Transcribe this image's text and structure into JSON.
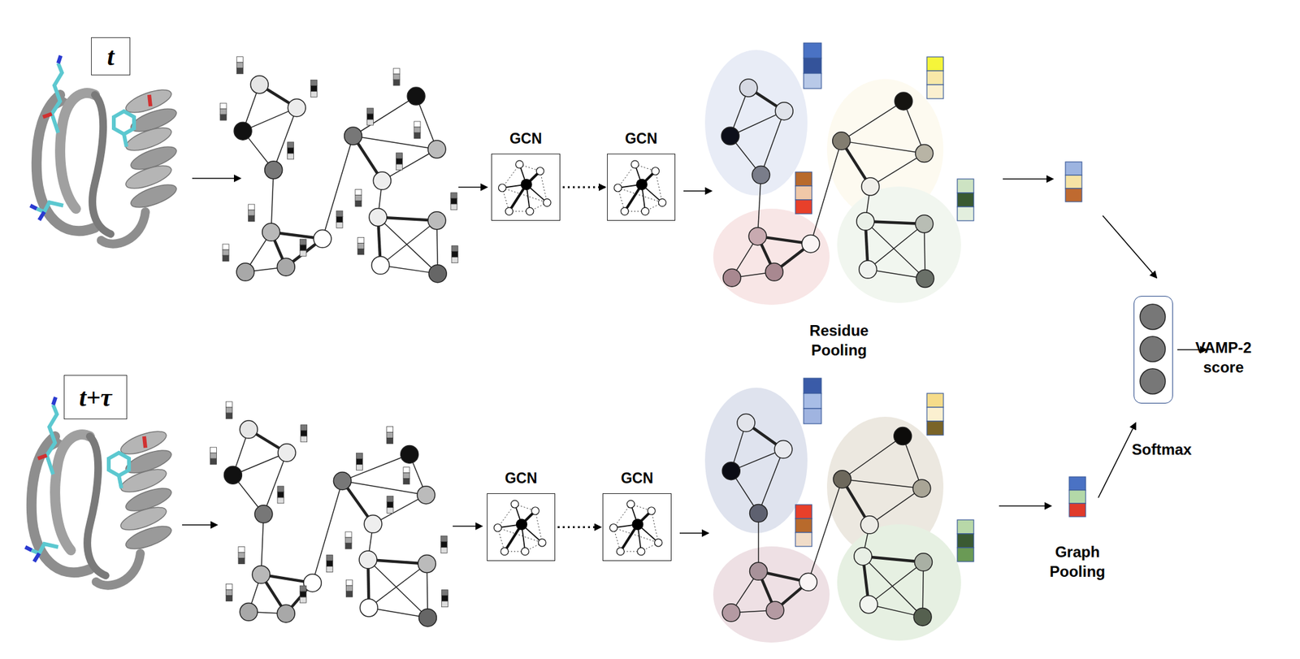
{
  "diagram": {
    "nodes": [
      {
        "text": [
          "t"
        ]
      },
      {
        "text": [
          "GCN"
        ]
      },
      {
        "text": [
          "GCN"
        ]
      },
      {
        "text": [
          "t+τ"
        ]
      },
      {
        "text": [
          "GCN"
        ]
      },
      {
        "text": [
          "GCN"
        ]
      },
      {
        "text": [
          "Softmax"
        ]
      }
    ],
    "edges": [
      {
        "from": 1,
        "to": 2,
        "arrow": "to"
      },
      {
        "from": 4,
        "to": 5,
        "arrow": "to"
      }
    ],
    "labels": [
      "Residue Pooling",
      "Graph Pooling",
      "VAMP-2 score"
    ]
  }
}
